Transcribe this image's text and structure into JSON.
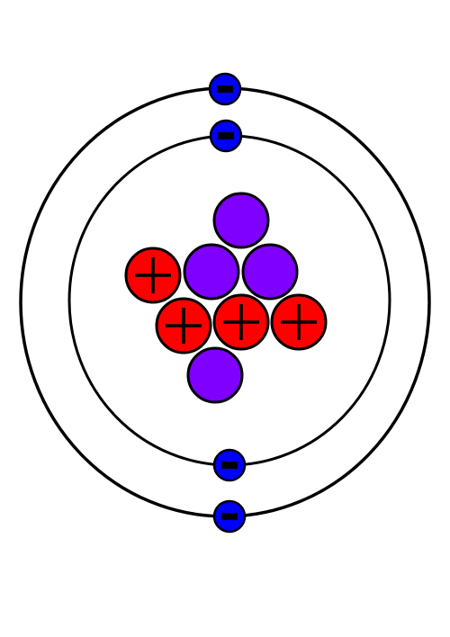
{
  "diagram": {
    "type": "atom-model",
    "colors": {
      "background": "#ffffff",
      "outline": "#000000",
      "orbit": "#000000",
      "proton": "#ff0000",
      "neutron": "#7f00ff",
      "electron": "#0000ff",
      "charge_symbol": "#000000"
    },
    "icons": {
      "proton": "plus-sign-icon",
      "electron": "minus-sign-icon"
    },
    "nucleus": {
      "protons": 4,
      "neutrons": 4
    },
    "shells": [
      {
        "name": "inner-shell",
        "electrons": 2
      },
      {
        "name": "outer-shell",
        "electrons": 2
      }
    ]
  }
}
